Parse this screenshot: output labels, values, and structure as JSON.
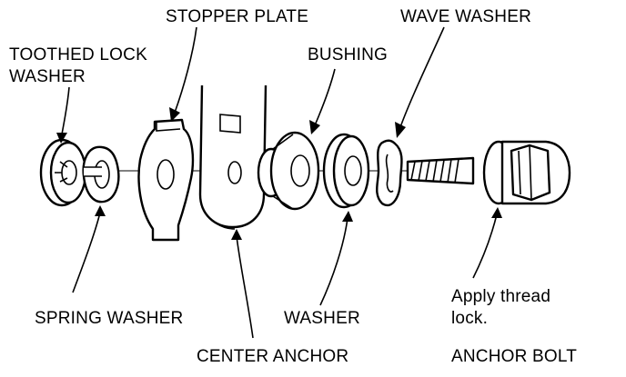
{
  "labels": {
    "stopper_plate": "STOPPER PLATE",
    "wave_washer": "WAVE WASHER",
    "toothed_lock_washer_line1": "TOOTHED LOCK",
    "toothed_lock_washer_line2": "WASHER",
    "bushing": "BUSHING",
    "spring_washer": "SPRING WASHER",
    "washer": "WASHER",
    "center_anchor": "CENTER ANCHOR",
    "apply_thread_line1": "Apply thread",
    "apply_thread_line2": "lock.",
    "anchor_bolt": "ANCHOR BOLT"
  }
}
